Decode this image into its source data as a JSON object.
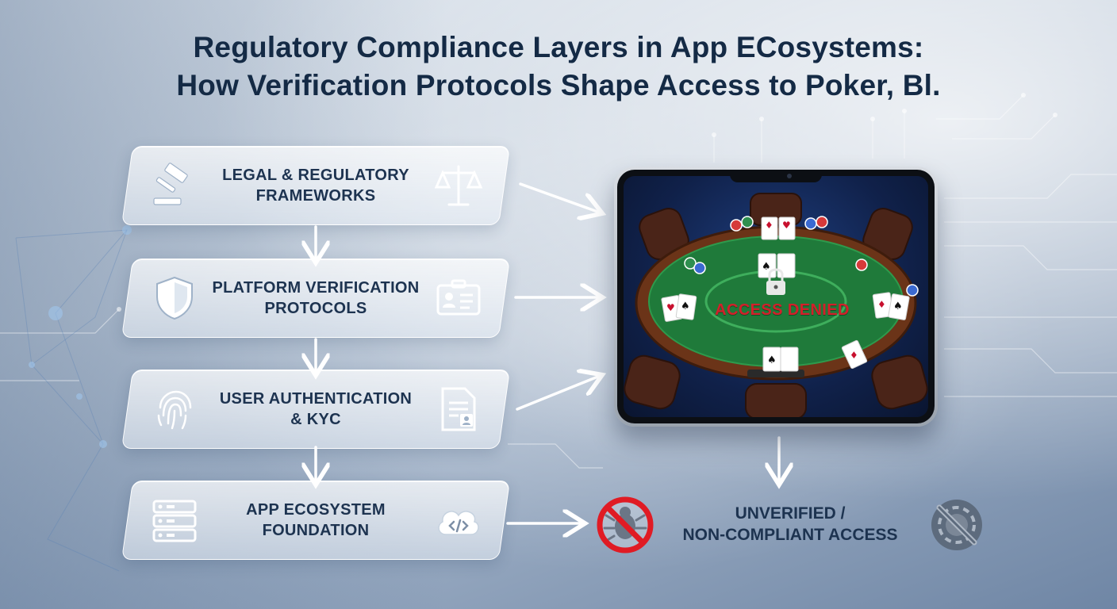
{
  "title": {
    "line1": "Regulatory Compliance Layers in App ECosystems:",
    "line2": "How Verification Protocols Shape Access to Poker, Bl."
  },
  "layers": [
    {
      "line1": "LEGAL & REGULATORY",
      "line2": "FRAMEWORKS",
      "icon_left": "gavel-icon",
      "icon_right": "scales-icon"
    },
    {
      "line1": "PLATFORM VERIFICATION",
      "line2": "PROTOCOLS",
      "icon_left": "shield-icon",
      "icon_right": "id-card-icon"
    },
    {
      "line1": "USER AUTHENTICATION",
      "line2": "& KYC",
      "icon_left": "fingerprint-icon",
      "icon_right": "document-user-icon"
    },
    {
      "line1": "APP ECOSYSTEM",
      "line2": "FOUNDATION",
      "icon_left": "server-stack-icon",
      "icon_right": "cloud-code-icon"
    }
  ],
  "device": {
    "screen_text": "ACCESS DENIED",
    "icons": [
      "poker-table-icon",
      "padlock-icon",
      "playing-cards-icon",
      "poker-chips-icon"
    ]
  },
  "outcome": {
    "line1": "UNVERIFIED /",
    "line2": "NON-COMPLIANT ACCESS",
    "icons": [
      "prohibited-bug-icon",
      "prohibited-chip-icon"
    ]
  },
  "colors": {
    "title": "#142a45",
    "label": "#1d3350",
    "denied": "#d31f2a",
    "felt": "#1f7a3a",
    "rail": "#6b3418",
    "prohibited": "#e01b24"
  }
}
